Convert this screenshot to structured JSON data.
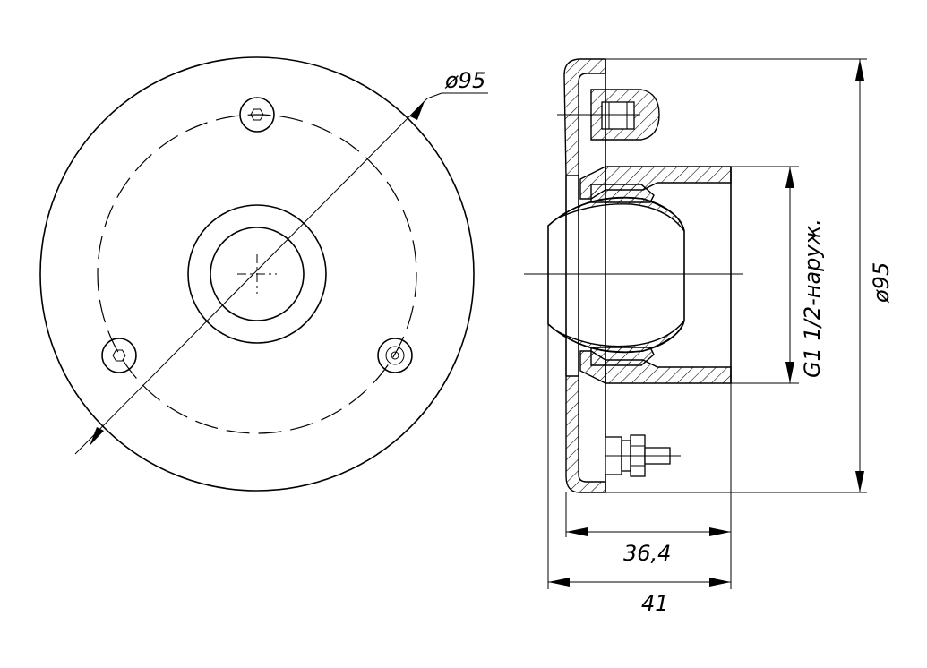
{
  "dimensions": {
    "flange_diameter_front": "ø95",
    "flange_diameter_side": "ø95",
    "thread": "G1 1/2-наруж.",
    "body_depth": "36,4",
    "overall_depth": "41"
  }
}
